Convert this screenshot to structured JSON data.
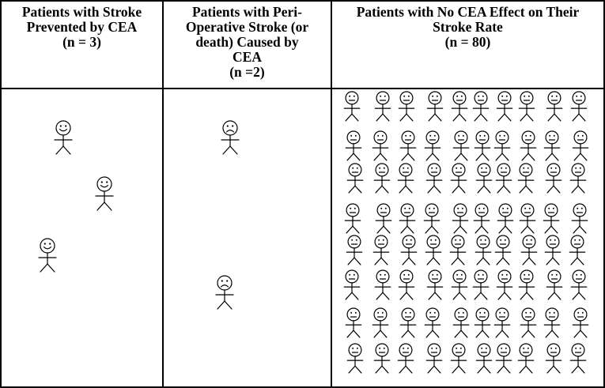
{
  "columns": [
    {
      "title_lines": [
        "Patients with Stroke",
        "Prevented by CEA",
        "(n = 3)"
      ],
      "count": 3,
      "face": "smile"
    },
    {
      "title_lines": [
        "Patients with Peri-",
        "Operative Stroke (or",
        "death) Caused by",
        "CEA",
        "(n =2)"
      ],
      "count": 2,
      "face": "frown"
    },
    {
      "title_lines": [
        "Patients with No CEA Effect on Their",
        "Stroke Rate",
        "(n = 80)"
      ],
      "count": 80,
      "face": "neutral"
    }
  ]
}
